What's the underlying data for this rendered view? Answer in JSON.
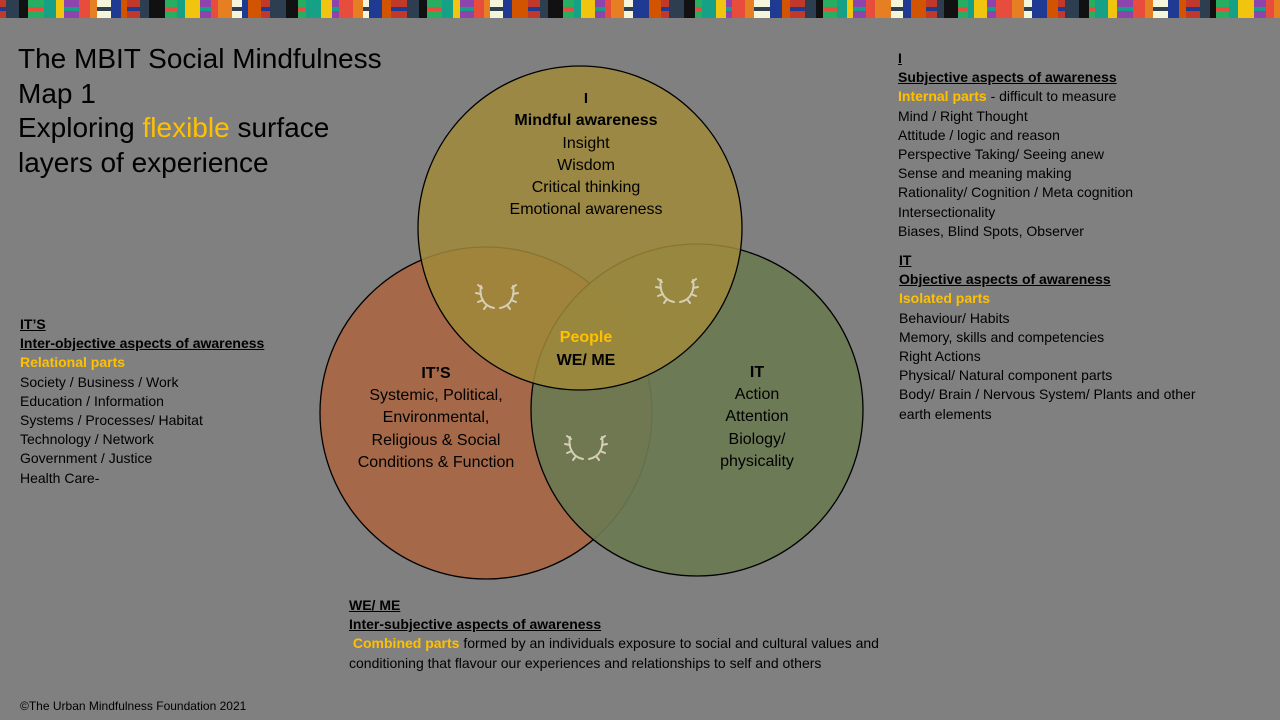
{
  "title": {
    "line1": "The MBIT Social Mindfulness",
    "line2": "Map 1",
    "line3_pre": "Exploring ",
    "line3_highlight": "flexible",
    "line3_post": " surface",
    "line4": "layers of experience"
  },
  "colors": {
    "background": "#808080",
    "accent": "#ffc000",
    "circle_i": "#a08a3a",
    "circle_its": "#a5694a",
    "circle_it": "#6b7a52"
  },
  "venn": {
    "i": {
      "heading": "I",
      "subheading": "Mindful awareness",
      "lines": [
        "Insight",
        "Wisdom",
        "Critical thinking",
        "Emotional awareness"
      ]
    },
    "its": {
      "heading": "IT’S",
      "lines": [
        "Systemic, Political,",
        "Environmental,",
        "Religious & Social",
        "Conditions & Function"
      ]
    },
    "it": {
      "heading": "IT",
      "lines": [
        "Action",
        "Attention",
        "Biology/",
        "physicality"
      ]
    },
    "center": {
      "label": "People",
      "sublabel": "WE/ ME"
    }
  },
  "right_i": {
    "heading": "I",
    "subheading": "Subjective aspects of awareness",
    "accent": "Internal parts",
    "accent_suffix": " - difficult to measure",
    "lines": [
      "Mind / Right Thought",
      "Attitude / logic and reason",
      "Perspective Taking/ Seeing anew",
      "Sense and meaning making",
      "Rationality/ Cognition / Meta cognition",
      "Intersectionality",
      "Biases, Blind Spots, Observer"
    ]
  },
  "right_it": {
    "heading": "IT",
    "subheading": "Objective aspects of awareness",
    "accent": "Isolated parts",
    "lines": [
      "Behaviour/ Habits",
      "Memory,  skills and competencies",
      "Right Actions",
      "Physical/ Natural component  parts",
      "Body/ Brain / Nervous System/ Plants and other",
      "earth elements"
    ]
  },
  "left_its": {
    "heading": "IT’S",
    "subheading": "Inter-objective aspects of awareness",
    "accent": "Relational parts",
    "lines": [
      "Society / Business  / Work",
      "Education  / Information",
      "Systems / Processes/ Habitat",
      "Technology / Network",
      "Government  / Justice",
      "Health Care-"
    ]
  },
  "bottom_weme": {
    "heading": "WE/ ME",
    "subheading": "Inter-subjective aspects of awareness",
    "accent": "Combined parts",
    "line1_suffix": " formed by an individuals exposure to social and cultural values and",
    "line2": "conditioning that flavour our experiences and relationships to self and others"
  },
  "footer": "©The Urban Mindfulness Foundation 2021"
}
